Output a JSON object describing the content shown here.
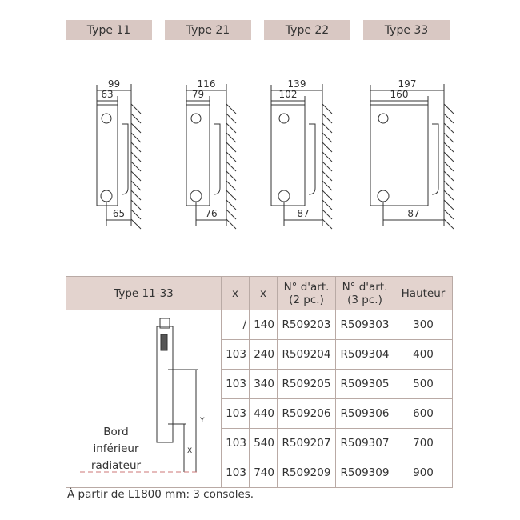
{
  "tabs": [
    "Type 11",
    "Type 21",
    "Type 22",
    "Type 33"
  ],
  "diagrams": [
    {
      "type": "Type 11",
      "overall": "99",
      "panel": "63",
      "bottom": "65"
    },
    {
      "type": "Type 21",
      "overall": "116",
      "panel": "79",
      "bottom": "76"
    },
    {
      "type": "Type 22",
      "overall": "139",
      "panel": "102",
      "bottom": "87"
    },
    {
      "type": "Type 33",
      "overall": "197",
      "panel": "160",
      "bottom": "87"
    }
  ],
  "table": {
    "headers": [
      "Type 11-33",
      "x",
      "x",
      "N° d'art.\n(2 pc.)",
      "N° d'art.\n(3 pc.)",
      "Hauteur"
    ],
    "rows": [
      [
        "/",
        "140",
        "R509203",
        "R509303",
        "300"
      ],
      [
        "103",
        "240",
        "R509204",
        "R509304",
        "400"
      ],
      [
        "103",
        "340",
        "R509205",
        "R509305",
        "500"
      ],
      [
        "103",
        "440",
        "R509206",
        "R509306",
        "600"
      ],
      [
        "103",
        "540",
        "R509207",
        "R509307",
        "700"
      ],
      [
        "103",
        "740",
        "R509209",
        "R509309",
        "900"
      ]
    ],
    "diagram_labels": {
      "y": "Y",
      "x": "X",
      "edge_label": [
        "Bord",
        "inférieur",
        "radiateur"
      ]
    }
  },
  "note": "À partir de L1800 mm: 3 consoles."
}
